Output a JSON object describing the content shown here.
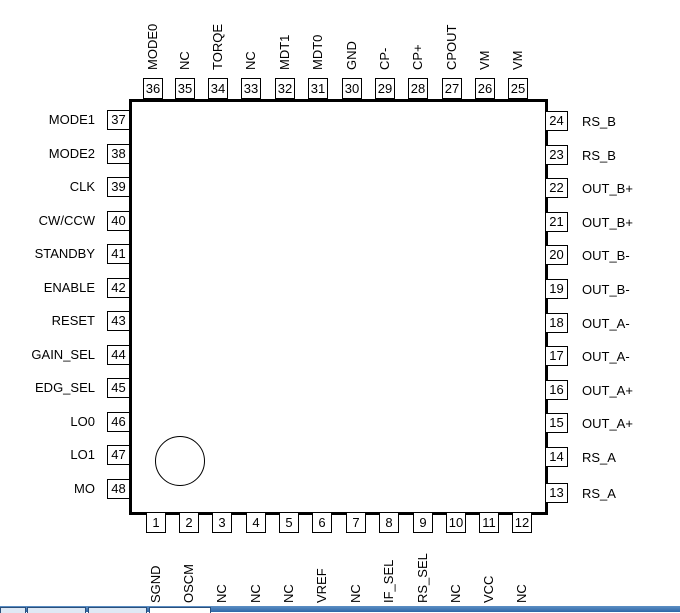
{
  "top_pins": [
    {
      "n": "36",
      "label": "MODE0"
    },
    {
      "n": "35",
      "label": "NC"
    },
    {
      "n": "34",
      "label": "TORQE"
    },
    {
      "n": "33",
      "label": "NC"
    },
    {
      "n": "32",
      "label": "MDT1"
    },
    {
      "n": "31",
      "label": "MDT0"
    },
    {
      "n": "30",
      "label": "GND"
    },
    {
      "n": "29",
      "label": "CP-"
    },
    {
      "n": "28",
      "label": "CP+"
    },
    {
      "n": "27",
      "label": "CPOUT"
    },
    {
      "n": "26",
      "label": "VM"
    },
    {
      "n": "25",
      "label": "VM"
    }
  ],
  "left_pins": [
    {
      "n": "37",
      "label": "MODE1"
    },
    {
      "n": "38",
      "label": "MODE2"
    },
    {
      "n": "39",
      "label": "CLK"
    },
    {
      "n": "40",
      "label": "CW/CCW"
    },
    {
      "n": "41",
      "label": "STANDBY"
    },
    {
      "n": "42",
      "label": "ENABLE"
    },
    {
      "n": "43",
      "label": "RESET"
    },
    {
      "n": "44",
      "label": "GAIN_SEL"
    },
    {
      "n": "45",
      "label": "EDG_SEL"
    },
    {
      "n": "46",
      "label": "LO0"
    },
    {
      "n": "47",
      "label": "LO1"
    },
    {
      "n": "48",
      "label": "MO"
    }
  ],
  "right_pins": [
    {
      "n": "24",
      "label": "RS_B"
    },
    {
      "n": "23",
      "label": "RS_B"
    },
    {
      "n": "22",
      "label": "OUT_B+"
    },
    {
      "n": "21",
      "label": "OUT_B+"
    },
    {
      "n": "20",
      "label": "OUT_B-"
    },
    {
      "n": "19",
      "label": "OUT_B-"
    },
    {
      "n": "18",
      "label": "OUT_A-"
    },
    {
      "n": "17",
      "label": "OUT_A-"
    },
    {
      "n": "16",
      "label": "OUT_A+"
    },
    {
      "n": "15",
      "label": "OUT_A+"
    },
    {
      "n": "14",
      "label": "RS_A"
    },
    {
      "n": "13",
      "label": "RS_A"
    }
  ],
  "bottom_pins": [
    {
      "n": "1",
      "label": "SGND"
    },
    {
      "n": "2",
      "label": "OSCM"
    },
    {
      "n": "3",
      "label": "NC"
    },
    {
      "n": "4",
      "label": "NC"
    },
    {
      "n": "5",
      "label": "NC"
    },
    {
      "n": "6",
      "label": "VREF"
    },
    {
      "n": "7",
      "label": "NC"
    },
    {
      "n": "8",
      "label": "IF_SEL"
    },
    {
      "n": "9",
      "label": "RS_SEL"
    },
    {
      "n": "10",
      "label": "NC"
    },
    {
      "n": "11",
      "label": "VCC"
    },
    {
      "n": "12",
      "label": "NC"
    }
  ]
}
